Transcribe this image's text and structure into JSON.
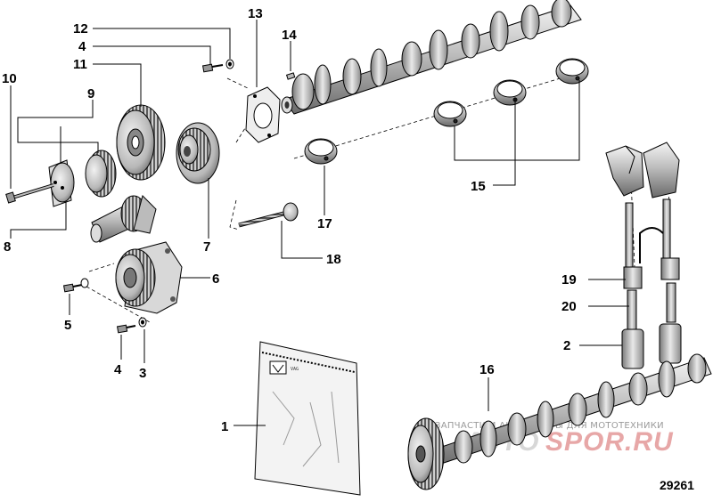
{
  "figure_number": "29261",
  "watermark": {
    "line1": "ЗАПЧАСТИ И АКСЕССУАРЫ ДЛЯ МОТОТЕХНИКИ",
    "line2a": "MOTO",
    "line2b": "SPOR.RU"
  },
  "bag_label": "VAG",
  "callouts": {
    "c1": "1",
    "c2": "2",
    "c3": "3",
    "c4a": "4",
    "c4b": "4",
    "c5": "5",
    "c6": "6",
    "c7": "7",
    "c8": "8",
    "c9": "9",
    "c10": "10",
    "c11": "11",
    "c12": "12",
    "c13": "13",
    "c14": "14",
    "c15": "15",
    "c16": "16",
    "c17": "17",
    "c18": "18",
    "c19": "19",
    "c20": "20"
  }
}
